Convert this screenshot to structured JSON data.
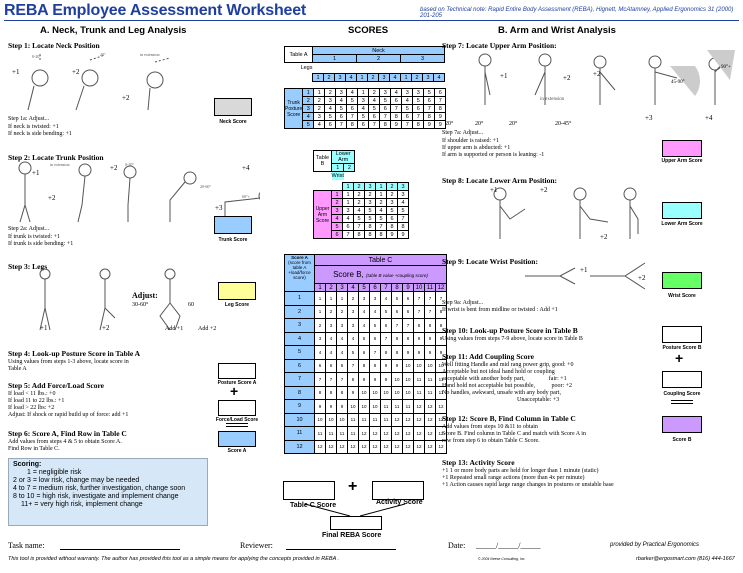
{
  "header": {
    "title": "REBA Employee Assessment Worksheet",
    "reference": "based on Technical note: Rapid Entire Body Assessment (REBA), Hignett, McAtamney, Applied Ergonomics 31 (2000) 201-205"
  },
  "sectionA": {
    "title": "A.  Neck, Trunk and Leg Analysis",
    "step1": {
      "title": "Step 1: Locate Neck Position",
      "adjust": "Step 1a: Adjust...",
      "lines": [
        "If neck is twisted: +1",
        "If neck is side bending: +1"
      ],
      "score_label": "Neck Score",
      "scores": [
        "+1",
        "+2",
        "+2"
      ],
      "angles": [
        "0-20°",
        "20°",
        "in extension"
      ]
    },
    "step2": {
      "title": "Step 2: Locate Trunk Position",
      "adjust": "Step 2a: Adjust...",
      "lines": [
        "If trunk is twisted: +1",
        "If trunk is side bending: +1"
      ],
      "score_label": "Trunk Score",
      "scores": [
        "+1",
        "+2",
        "+2",
        "+3",
        "+4"
      ],
      "angles": [
        "in extension",
        "0-20°",
        "20-60°",
        "60°+"
      ]
    },
    "step3": {
      "title": "Step 3: Legs",
      "adjust": "Adjust:",
      "angles": [
        "30-60°",
        "60"
      ],
      "adds": [
        "Add +1",
        "Add +2"
      ],
      "scores": [
        "+1",
        "+2"
      ],
      "score_label": "Leg Score"
    },
    "step4": {
      "title": "Step 4: Look-up Posture Score in Table A",
      "lines": [
        "Using values from steps 1-3 above, locate score in",
        "Table A"
      ],
      "score_label": "Posture Score A"
    },
    "step5": {
      "title": "Step 5: Add Force/Load Score",
      "lines": [
        "If load < 11 lbs.: +0",
        "If load 11 to 22 lbs.: +1",
        "If load > 22 lbs: +2",
        "Adjust:  If shock or rapid build up of force:  add +1"
      ],
      "score_label": "Force/Load Score"
    },
    "step6": {
      "title": "Step 6: Score A, Find Row in Table C",
      "lines": [
        "Add values from steps 4 & 5 to obtain Score A.",
        "Find Row in Table C."
      ],
      "score_label": "Score A"
    }
  },
  "scoring": {
    "title": "Scoring:",
    "lines": [
      "1 = negligible risk",
      "2 or 3 = low risk, change may be needed",
      "4 to 7 = medium risk, further investigation, change soon",
      "8 to 10 = high risk, investigate and implement change",
      "11+ = very high risk, implement change"
    ]
  },
  "scores_title": "SCORES",
  "tableA": {
    "label": "Table A",
    "neck": "Neck",
    "neck_cols": [
      "1",
      "2",
      "3"
    ],
    "legs": "Legs",
    "leg_cols": [
      "1",
      "2",
      "3",
      "4",
      "1",
      "2",
      "3",
      "4",
      "1",
      "2",
      "3",
      "4"
    ],
    "row_label": "Trunk Posture Score",
    "rows": [
      [
        "1",
        "1",
        "2",
        "3",
        "4",
        "1",
        "2",
        "3",
        "4",
        "3",
        "3",
        "5",
        "6"
      ],
      [
        "2",
        "2",
        "3",
        "4",
        "5",
        "3",
        "4",
        "5",
        "6",
        "4",
        "5",
        "6",
        "7"
      ],
      [
        "3",
        "2",
        "4",
        "5",
        "6",
        "4",
        "5",
        "6",
        "7",
        "5",
        "6",
        "7",
        "8"
      ],
      [
        "4",
        "3",
        "5",
        "6",
        "7",
        "5",
        "6",
        "7",
        "8",
        "6",
        "7",
        "8",
        "9"
      ],
      [
        "5",
        "4",
        "6",
        "7",
        "8",
        "6",
        "7",
        "8",
        "9",
        "7",
        "8",
        "9",
        "9"
      ]
    ]
  },
  "tableB": {
    "label": "Table B",
    "lower": "Lower Arm",
    "lower_cols": [
      "1",
      "2"
    ],
    "wrist": "Wrist",
    "wrist_cols": [
      "1",
      "2",
      "3",
      "1",
      "2",
      "3"
    ],
    "row_label": "Upper Arm Score",
    "rows": [
      [
        "1",
        "1",
        "2",
        "2",
        "1",
        "2",
        "3"
      ],
      [
        "2",
        "1",
        "2",
        "3",
        "2",
        "3",
        "4"
      ],
      [
        "3",
        "3",
        "4",
        "5",
        "4",
        "5",
        "5"
      ],
      [
        "4",
        "4",
        "5",
        "5",
        "5",
        "6",
        "7"
      ],
      [
        "5",
        "6",
        "7",
        "8",
        "7",
        "8",
        "8"
      ],
      [
        "6",
        "7",
        "8",
        "8",
        "8",
        "9",
        "9"
      ]
    ]
  },
  "tableC": {
    "label": "Table C",
    "scoreA": "Score A",
    "scoreA_note": "(score from table A +load/force score)",
    "scoreB": "Score B,",
    "scoreB_note": "(table B value +coupling score)",
    "cols": [
      "1",
      "2",
      "3",
      "4",
      "5",
      "6",
      "7",
      "8",
      "9",
      "10",
      "11",
      "12"
    ],
    "rows": [
      [
        "1",
        "1",
        "1",
        "1",
        "2",
        "3",
        "3",
        "4",
        "5",
        "6",
        "7",
        "7",
        "7"
      ],
      [
        "2",
        "1",
        "2",
        "2",
        "3",
        "4",
        "4",
        "5",
        "6",
        "6",
        "7",
        "7",
        "8"
      ],
      [
        "3",
        "2",
        "3",
        "3",
        "3",
        "4",
        "5",
        "6",
        "7",
        "7",
        "8",
        "8",
        "8"
      ],
      [
        "4",
        "3",
        "4",
        "4",
        "4",
        "5",
        "6",
        "7",
        "8",
        "8",
        "9",
        "9",
        "9"
      ],
      [
        "5",
        "4",
        "4",
        "4",
        "5",
        "6",
        "7",
        "8",
        "8",
        "9",
        "9",
        "9",
        "9"
      ],
      [
        "6",
        "6",
        "6",
        "6",
        "7",
        "8",
        "8",
        "9",
        "9",
        "10",
        "10",
        "10",
        "10"
      ],
      [
        "7",
        "7",
        "7",
        "7",
        "8",
        "9",
        "9",
        "9",
        "10",
        "10",
        "11",
        "11",
        "11"
      ],
      [
        "8",
        "8",
        "8",
        "8",
        "9",
        "10",
        "10",
        "10",
        "10",
        "10",
        "11",
        "11",
        "11"
      ],
      [
        "9",
        "9",
        "9",
        "9",
        "10",
        "10",
        "10",
        "11",
        "11",
        "11",
        "12",
        "12",
        "12"
      ],
      [
        "10",
        "10",
        "10",
        "10",
        "11",
        "11",
        "11",
        "11",
        "12",
        "12",
        "12",
        "12",
        "12"
      ],
      [
        "11",
        "11",
        "11",
        "11",
        "11",
        "12",
        "12",
        "12",
        "12",
        "12",
        "12",
        "12",
        "12"
      ],
      [
        "12",
        "12",
        "12",
        "12",
        "12",
        "12",
        "12",
        "12",
        "12",
        "12",
        "12",
        "12",
        "12"
      ]
    ]
  },
  "final": {
    "tableC_score": "Table C Score",
    "plus": "+",
    "activity": "Activity Score",
    "final": "Final REBA Score"
  },
  "sectionB": {
    "title": "B.  Arm and Wrist Analysis",
    "step7": {
      "title": "Step 7: Locate Upper Arm Position:",
      "adjust": "Step 7a: Adjust...",
      "lines": [
        "If shoulder is raised: +1",
        "If upper arm is abducted: +1",
        "If arm is supported or person is leaning: -1"
      ],
      "score_label": "Upper Arm Score",
      "scores": [
        "+1",
        "+2",
        "+2",
        "+3",
        "+4"
      ],
      "angles": [
        "20°",
        "20°",
        "20°",
        "20-45°",
        "45-90°",
        "90°+",
        "in extension"
      ]
    },
    "step8": {
      "title": "Step 8:  Locate Lower Arm Position:",
      "scores": [
        "+1",
        "+2",
        "+2"
      ],
      "angles": [
        "100°+",
        "60-100°",
        "0-60°"
      ],
      "score_label": "Lower Arm Score"
    },
    "step9": {
      "title": "Step 9:  Locate Wrist Position:",
      "scores": [
        "+1",
        "+2"
      ],
      "angles": [
        "15°",
        "15°+"
      ],
      "adjust": "Step 9a: Adjust...",
      "lines": [
        "If wrist is bent from midline or twisted : Add +1"
      ],
      "score_label": "Wrist Score"
    },
    "step10": {
      "title": "Step 10: Look-up Posture Score in Table B",
      "lines": [
        "Using values from steps 7-9 above, locate score in Table B"
      ],
      "score_label": "Posture Score B"
    },
    "step11": {
      "title": "Step 11:  Add Coupling Score",
      "lines": [
        "Well fitting Handle and mid rang power grip, good: +0",
        "Acceptable but not ideal hand hold or coupling",
        "acceptable with another body part,                fair: +1",
        "Hand hold not acceptable but possible,           poor: +2",
        "No handles, awkward, unsafe with any body part,",
        "                                                  Unacceptable: +3"
      ],
      "score_label": "Coupling Score"
    },
    "step12": {
      "title": "Step 12:  Score B,  Find Column in Table C",
      "lines": [
        "Add values from steps 10 &11 to obtain",
        "Score B.  Find column in Table C and match with Score A in",
        "row from step 6 to obtain Table C Score."
      ],
      "score_label": "Score B"
    },
    "step13": {
      "title": "Step 13:  Activity Score",
      "lines": [
        "+1  1 or more body parts are held for longer than 1 minute (static)",
        "+1  Repeated small range actions (more than 4x per minute)",
        "+1  Action causes rapid large range changes in postures or unstable base"
      ]
    }
  },
  "bottom": {
    "task": "Task name:",
    "reviewer": "Reviewer:",
    "date": "Date:",
    "date_sep": "_____/_____/_____",
    "provided": "provided by Practical Ergonomics",
    "disclaimer": "This tool is provided without warranty.  The author has provided this tool as a simple means for applying the concepts provided in REBA .",
    "copyright": "© 2004 Neese Consulting, Inc.",
    "contact": "rbarker@ergosmart.com  (816) 444-1667"
  },
  "colors": {
    "title": "#1f3f9f",
    "neck": "#d9d9d9",
    "trunk": "#99ccff",
    "leg": "#ffff99",
    "scoreA": "#99ccff",
    "upper": "#ff99ff",
    "lower": "#99ffff",
    "wrist": "#66ff66",
    "scoreB": "#cc99ff",
    "tableA_hdr": "#99ccff",
    "tableB_hdr": "#99ffff",
    "tableB_side": "#ff99ff",
    "tableC_hdr": "#cc99ff",
    "tableC_side": "#99ccff",
    "scoring_bg": "#d6e8f8"
  }
}
